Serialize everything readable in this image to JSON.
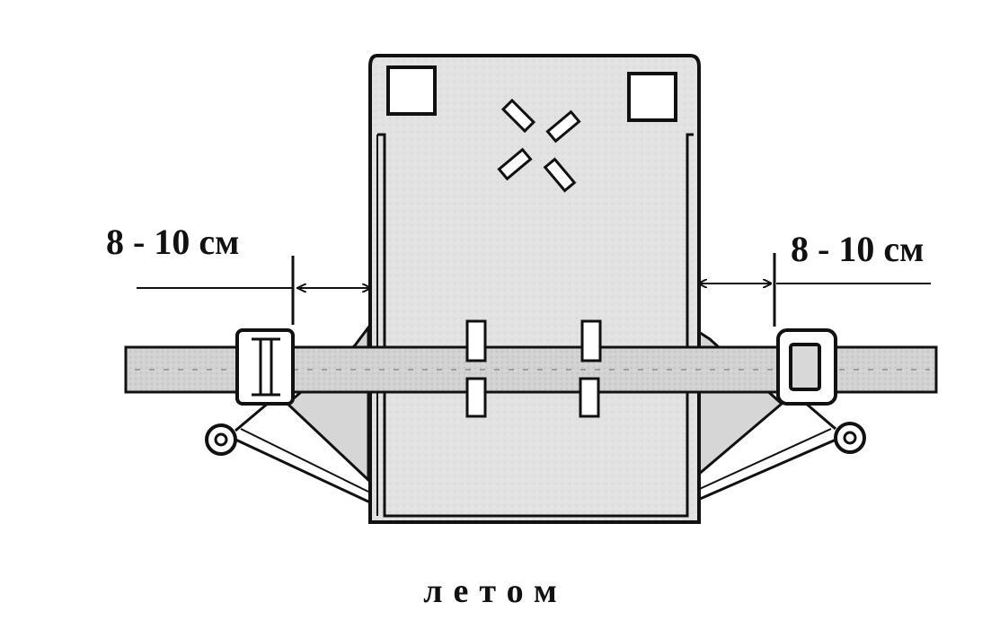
{
  "diagram": {
    "dimension_left": "8 - 10 см",
    "dimension_right": "8 - 10 см",
    "caption": "летом"
  },
  "colors": {
    "ink": "#111111",
    "belt_fill": "#cfcfcf",
    "panel_fill": "#e4e4e4",
    "flap_fill": "#d8d8d8",
    "paper": "#ffffff"
  },
  "icons": {
    "square_marker": "square-icon",
    "cross_marker": "cross-icon",
    "buckle": "buckle-icon",
    "ring": "ring-icon"
  }
}
